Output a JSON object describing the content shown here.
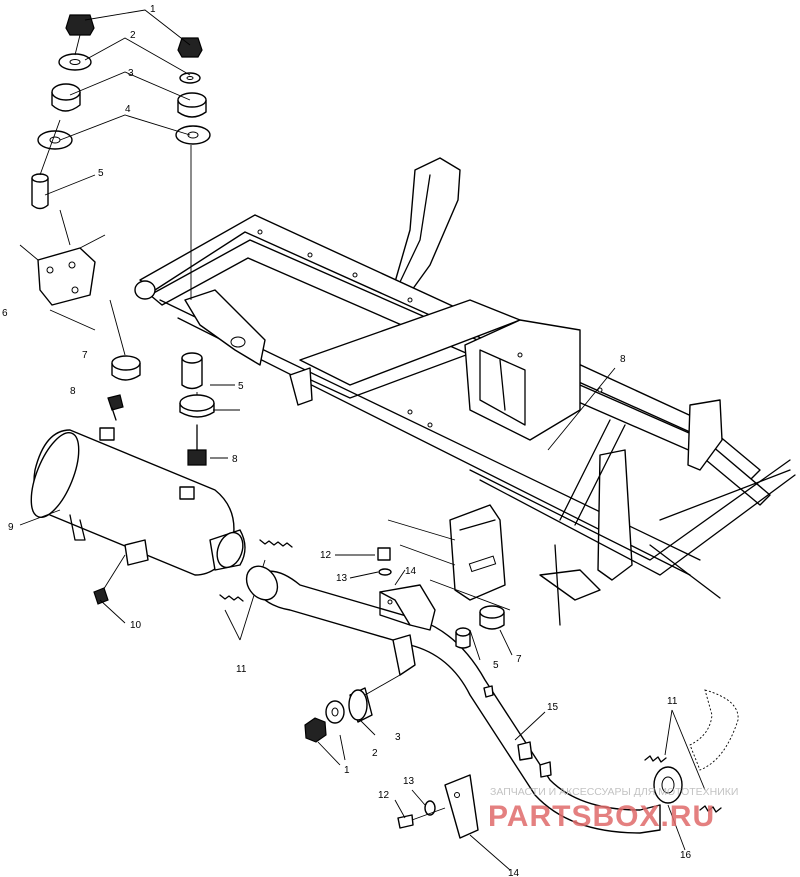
{
  "callouts": [
    {
      "id": "c1a",
      "text": "1"
    },
    {
      "id": "c2a",
      "text": "2"
    },
    {
      "id": "c3a",
      "text": "3"
    },
    {
      "id": "c4a",
      "text": "4"
    },
    {
      "id": "c5a",
      "text": "5"
    },
    {
      "id": "c6",
      "text": "6"
    },
    {
      "id": "c7a",
      "text": "7"
    },
    {
      "id": "c8a",
      "text": "8"
    },
    {
      "id": "c5b",
      "text": "5"
    },
    {
      "id": "c8b",
      "text": "8"
    },
    {
      "id": "c8c",
      "text": "8"
    },
    {
      "id": "c9",
      "text": "9"
    },
    {
      "id": "c10",
      "text": "10"
    },
    {
      "id": "c11a",
      "text": "11"
    },
    {
      "id": "c12a",
      "text": "12"
    },
    {
      "id": "c13a",
      "text": "13"
    },
    {
      "id": "c14a",
      "text": "14"
    },
    {
      "id": "c5c",
      "text": "5"
    },
    {
      "id": "c7b",
      "text": "7"
    },
    {
      "id": "c15",
      "text": "15"
    },
    {
      "id": "c3b",
      "text": "3"
    },
    {
      "id": "c2b",
      "text": "2"
    },
    {
      "id": "c1b",
      "text": "1"
    },
    {
      "id": "c11b",
      "text": "11"
    },
    {
      "id": "c16",
      "text": "16"
    },
    {
      "id": "c13b",
      "text": "13"
    },
    {
      "id": "c12b",
      "text": "12"
    },
    {
      "id": "c14b",
      "text": "14"
    }
  ],
  "watermark": {
    "tagline": "ЗАПЧАСТИ И АКСЕССУАРЫ ДЛЯ МОТОТЕХНИКИ",
    "brand": "PARTSBOX.RU",
    "brand_color": "#e06a6a",
    "tagline_color": "#b8b8b8"
  }
}
